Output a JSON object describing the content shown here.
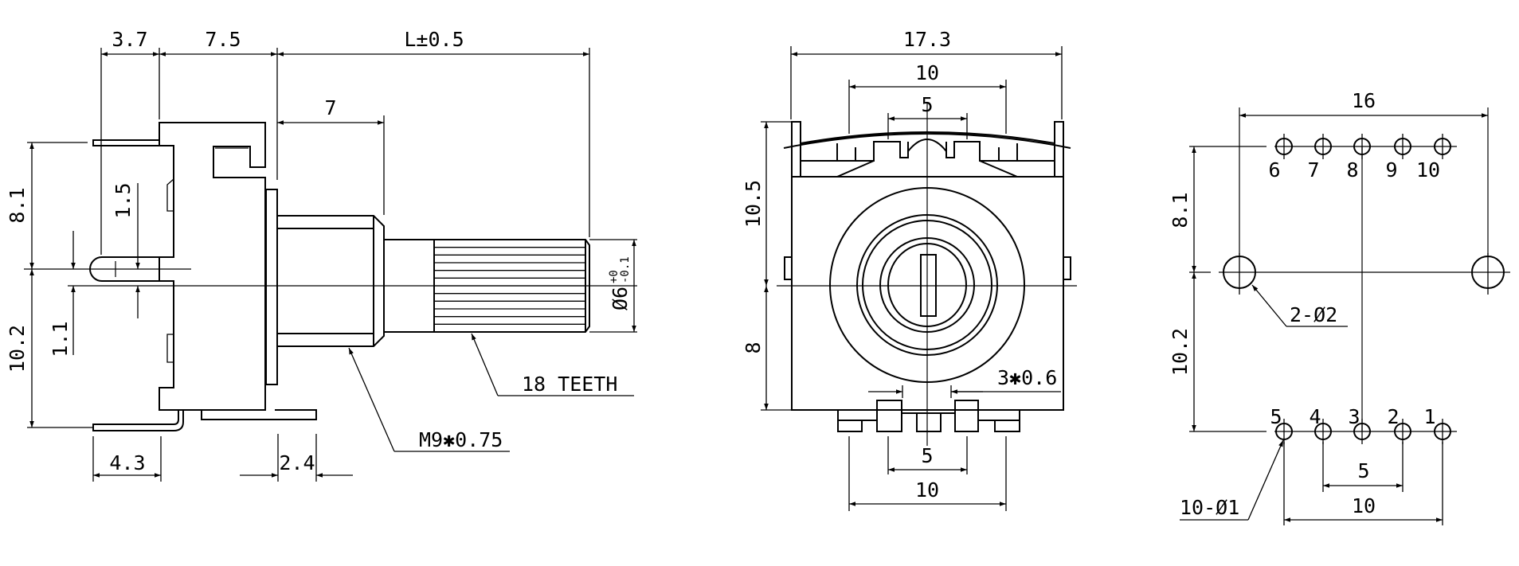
{
  "side_view": {
    "dim_3_7": "3.7",
    "dim_7_5": "7.5",
    "dim_L": "L±0.5",
    "dim_7": "7",
    "dim_8_1": "8.1",
    "dim_10_2": "10.2",
    "dim_1_5": "1.5",
    "dim_1_1": "1.1",
    "dim_shaft_dia": "Ø6",
    "dim_shaft_tol_plus": "+0",
    "dim_shaft_tol_minus": "-0.1",
    "dim_4_3": "4.3",
    "dim_2_4": "2.4",
    "note_teeth": "18 TEETH",
    "note_thread": "M9✱0.75"
  },
  "front_view": {
    "dim_17_3": "17.3",
    "dim_top_10": "10",
    "dim_top_5": "5",
    "dim_10_5": "10.5",
    "dim_8": "8",
    "dim_pins": "3✱0.6",
    "dim_bottom_5": "5",
    "dim_bottom_10": "10"
  },
  "footprint": {
    "dim_16": "16",
    "dim_8_1": "8.1",
    "dim_10_2": "10.2",
    "top_pins": [
      "6",
      "7",
      "8",
      "9",
      "10"
    ],
    "bottom_pins": [
      "5",
      "4",
      "3",
      "2",
      "1"
    ],
    "note_mount_holes": "2-Ø2",
    "note_pin_holes": "10-Ø1",
    "dim_5": "5",
    "dim_10": "10"
  }
}
